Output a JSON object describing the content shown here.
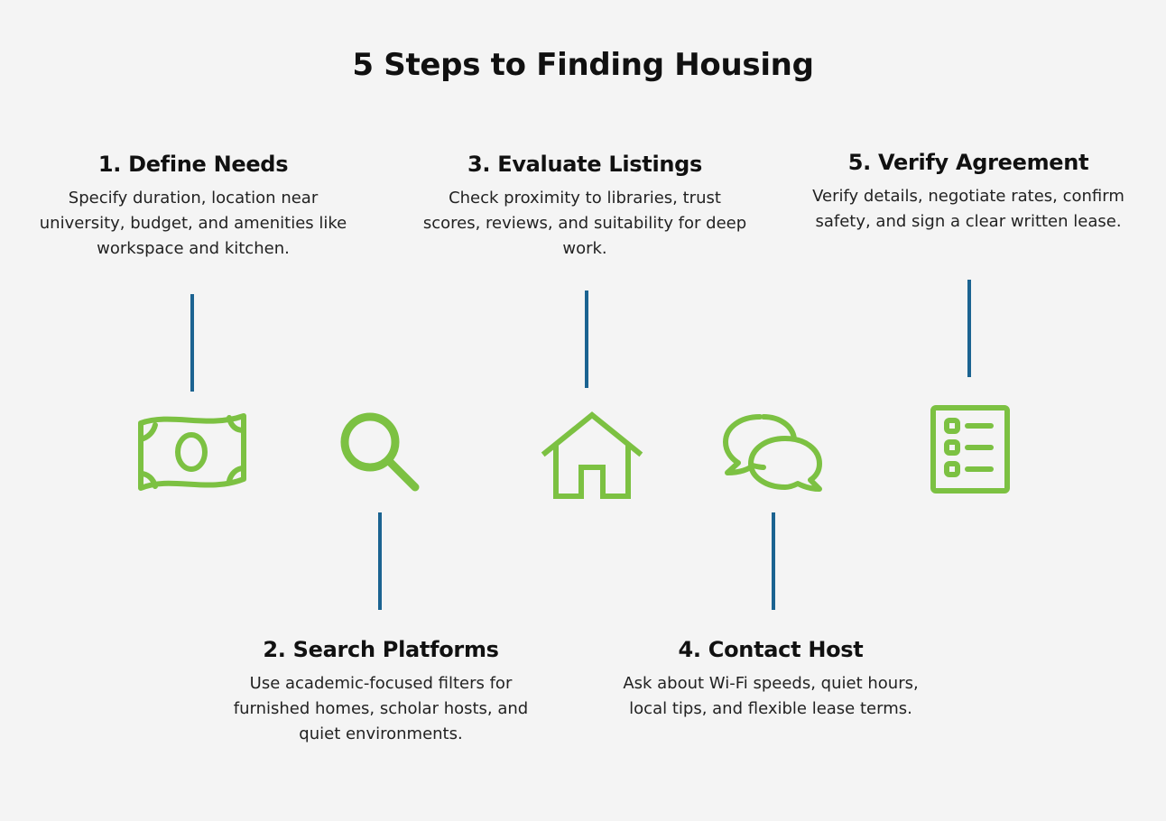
{
  "title": "5 Steps to Finding Housing",
  "steps": [
    {
      "title": "1. Define Needs",
      "description": "Specify duration, location near university, budget, and amenities like workspace and kitchen.",
      "icon": "money-icon"
    },
    {
      "title": "2. Search Platforms",
      "description": "Use academic-focused filters for furnished homes, scholar hosts, and quiet environments.",
      "icon": "search-icon"
    },
    {
      "title": "3. Evaluate Listings",
      "description": "Check proximity to libraries, trust scores, reviews, and suitability for deep work.",
      "icon": "house-icon"
    },
    {
      "title": "4. Contact Host",
      "description": "Ask about Wi-Fi speeds, quiet hours, local tips, and flexible lease terms.",
      "icon": "chat-icon"
    },
    {
      "title": "5. Verify Agreement",
      "description": "Verify details, negotiate rates, confirm safety, and sign a clear written lease.",
      "icon": "checklist-icon"
    }
  ],
  "colors": {
    "icon": "#7cc142",
    "connector": "#1b6391",
    "background": "#f4f4f4"
  }
}
